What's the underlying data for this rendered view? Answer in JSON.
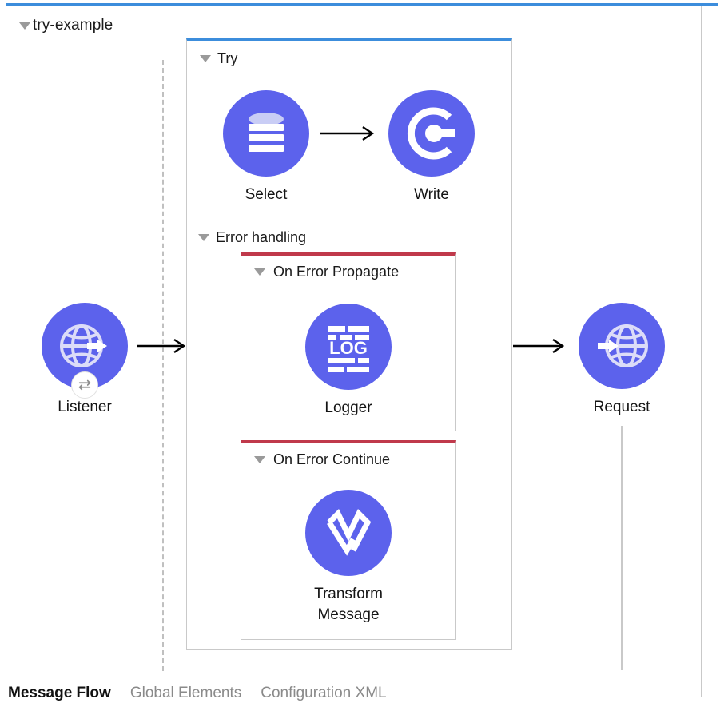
{
  "flow": {
    "title": "try-example",
    "accent_color": "#3c8ddc",
    "node_color": "#5c62ec",
    "error_accent_color": "#c0394b"
  },
  "scopes": {
    "try": {
      "label": "Try",
      "accent_color": "#3c8ddc"
    },
    "error_handling": {
      "label": "Error handling"
    },
    "on_error_propagate": {
      "label": "On Error Propagate",
      "accent_color": "#c0394b"
    },
    "on_error_continue": {
      "label": "On Error Continue",
      "accent_color": "#c0394b"
    }
  },
  "nodes": {
    "listener": {
      "label": "Listener",
      "icon": "globe-arrow-out-icon",
      "badge_icon": "exchange-arrows-icon"
    },
    "select": {
      "label": "Select",
      "icon": "database-icon"
    },
    "write": {
      "label": "Write",
      "icon": "connector-c-icon"
    },
    "logger": {
      "label": "Logger",
      "icon": "log-icon",
      "icon_text": "LOG"
    },
    "transform": {
      "label": "Transform\nMessage",
      "icon": "transform-message-icon"
    },
    "request": {
      "label": "Request",
      "icon": "globe-arrow-in-icon"
    }
  },
  "connectors": {
    "listener_to_try": "arrow-right-icon",
    "select_to_write": "arrow-right-icon",
    "try_to_request": "arrow-right-icon"
  },
  "tabs": [
    {
      "label": "Message Flow",
      "active": true
    },
    {
      "label": "Global Elements",
      "active": false
    },
    {
      "label": "Configuration XML",
      "active": false
    }
  ]
}
